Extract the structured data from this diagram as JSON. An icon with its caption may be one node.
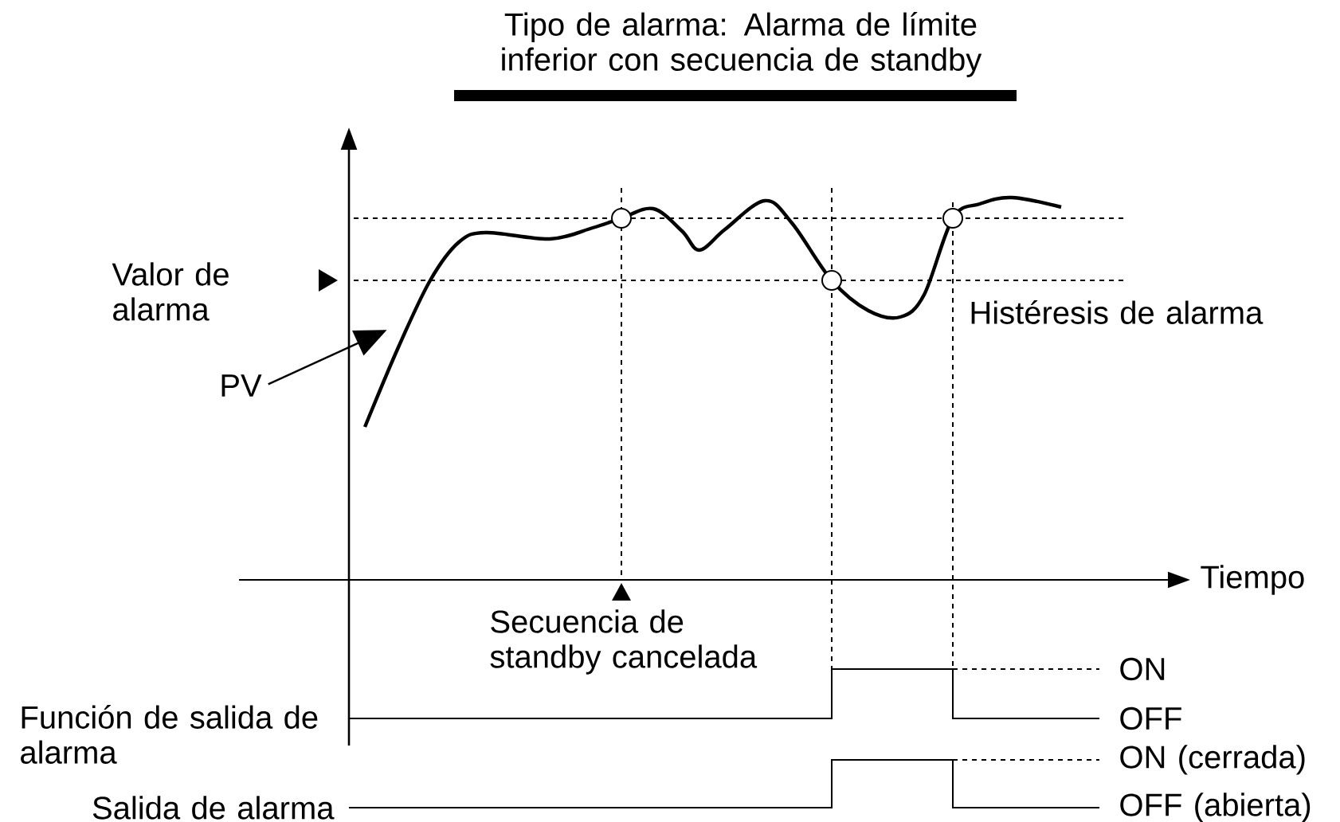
{
  "diagram": {
    "title": "Tipo de alarma: Alarma de límite inferior con secuencia de standby",
    "nodes": [
      {
        "text": [
          "PV"
        ]
      },
      {
        "text": [],
        "shape": "curve"
      }
    ],
    "edges": [
      {
        "from": 0,
        "to": 1,
        "arrow": "to"
      }
    ],
    "labels": [
      "Valor de alarma",
      "Histéresis de alarma",
      "Tiempo",
      "Secuencia de standby cancelada",
      "ON",
      "OFF",
      "Función de salida de alarma",
      "ON (cerrada)",
      "OFF (abierta)",
      "Salida de alarma"
    ]
  }
}
